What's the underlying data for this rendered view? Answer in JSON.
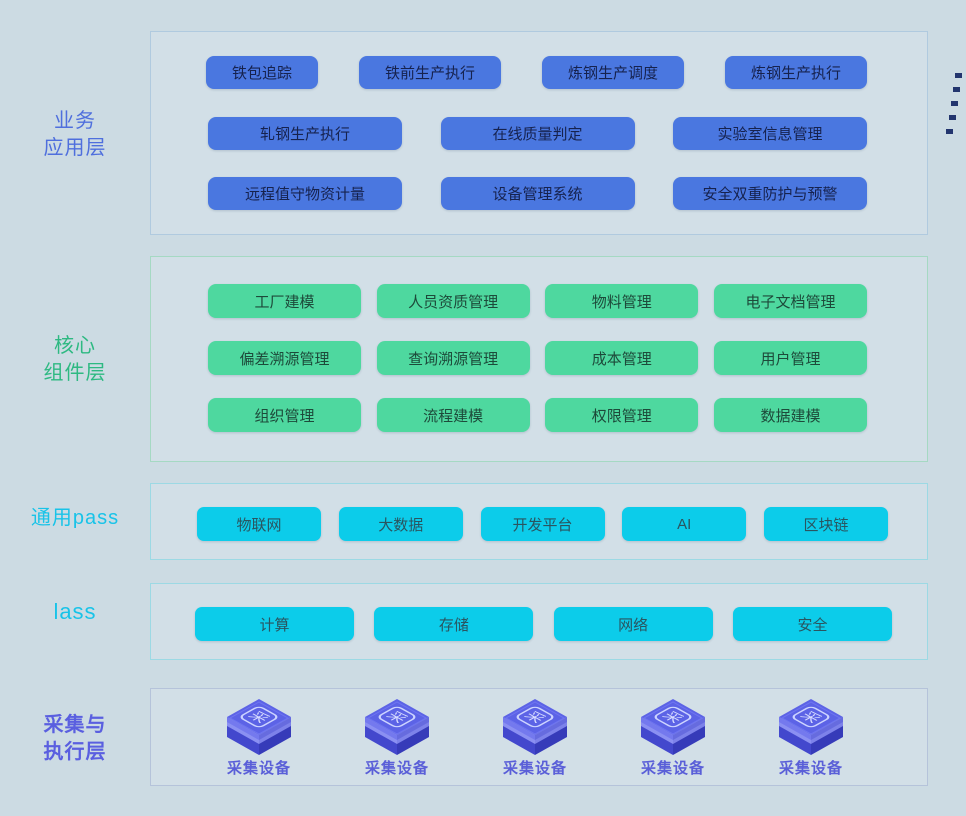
{
  "page": {
    "background_color": "#ccdbe3",
    "panel_background_color": "#d2dfe7",
    "decoration_color": "#22356e"
  },
  "layers": [
    {
      "id": "business",
      "label_lines": [
        "业务",
        "应用层"
      ],
      "label_color": "#4f6fdd",
      "button_color": "#4a77e0",
      "button_text_color": "#16224e",
      "rows": [
        [
          "铁包追踪",
          "铁前生产执行",
          "炼钢生产调度",
          "炼钢生产执行"
        ],
        [
          "轧钢生产执行",
          "在线质量判定",
          "实验室信息管理"
        ],
        [
          "远程值守物资计量",
          "设备管理系统",
          "安全双重防护与预警"
        ]
      ]
    },
    {
      "id": "core",
      "label_lines": [
        "核心",
        "组件层"
      ],
      "label_color": "#2eb982",
      "button_color": "#4ed89f",
      "button_text_color": "#1d4a3a",
      "rows": [
        [
          "工厂建模",
          "人员资质管理",
          "物料管理",
          "电子文档管理"
        ],
        [
          "偏差溯源管理",
          "查询溯源管理",
          "成本管理",
          "用户管理"
        ],
        [
          "组织管理",
          "流程建模",
          "权限管理",
          "数据建模"
        ]
      ]
    },
    {
      "id": "paas",
      "label_lines": [
        "通用pass"
      ],
      "label_color": "#18c3e8",
      "button_color": "#0cccea",
      "button_text_color": "#2a5560",
      "rows": [
        [
          "物联网",
          "大数据",
          "开发平台",
          "AI",
          "区块链"
        ]
      ]
    },
    {
      "id": "iaas",
      "label_lines": [
        "lass"
      ],
      "label_color": "#18c3e8",
      "button_color": "#0cccea",
      "button_text_color": "#2a5560",
      "rows": [
        [
          "计算",
          "存储",
          "网络",
          "安全"
        ]
      ]
    },
    {
      "id": "device",
      "label_lines": [
        "采集与",
        "执行层"
      ],
      "label_color": "#5a5fe0",
      "icon_glyph": "采",
      "cube_colors": {
        "top": "#5c63e6",
        "lid_left": "#7479ee",
        "lid_right": "#666bdf",
        "base_left": "#4348cd",
        "base_right": "#363bb9",
        "glyph": "#d6dbff"
      },
      "devices": [
        "采集设备",
        "采集设备",
        "采集设备",
        "采集设备",
        "采集设备"
      ]
    }
  ]
}
